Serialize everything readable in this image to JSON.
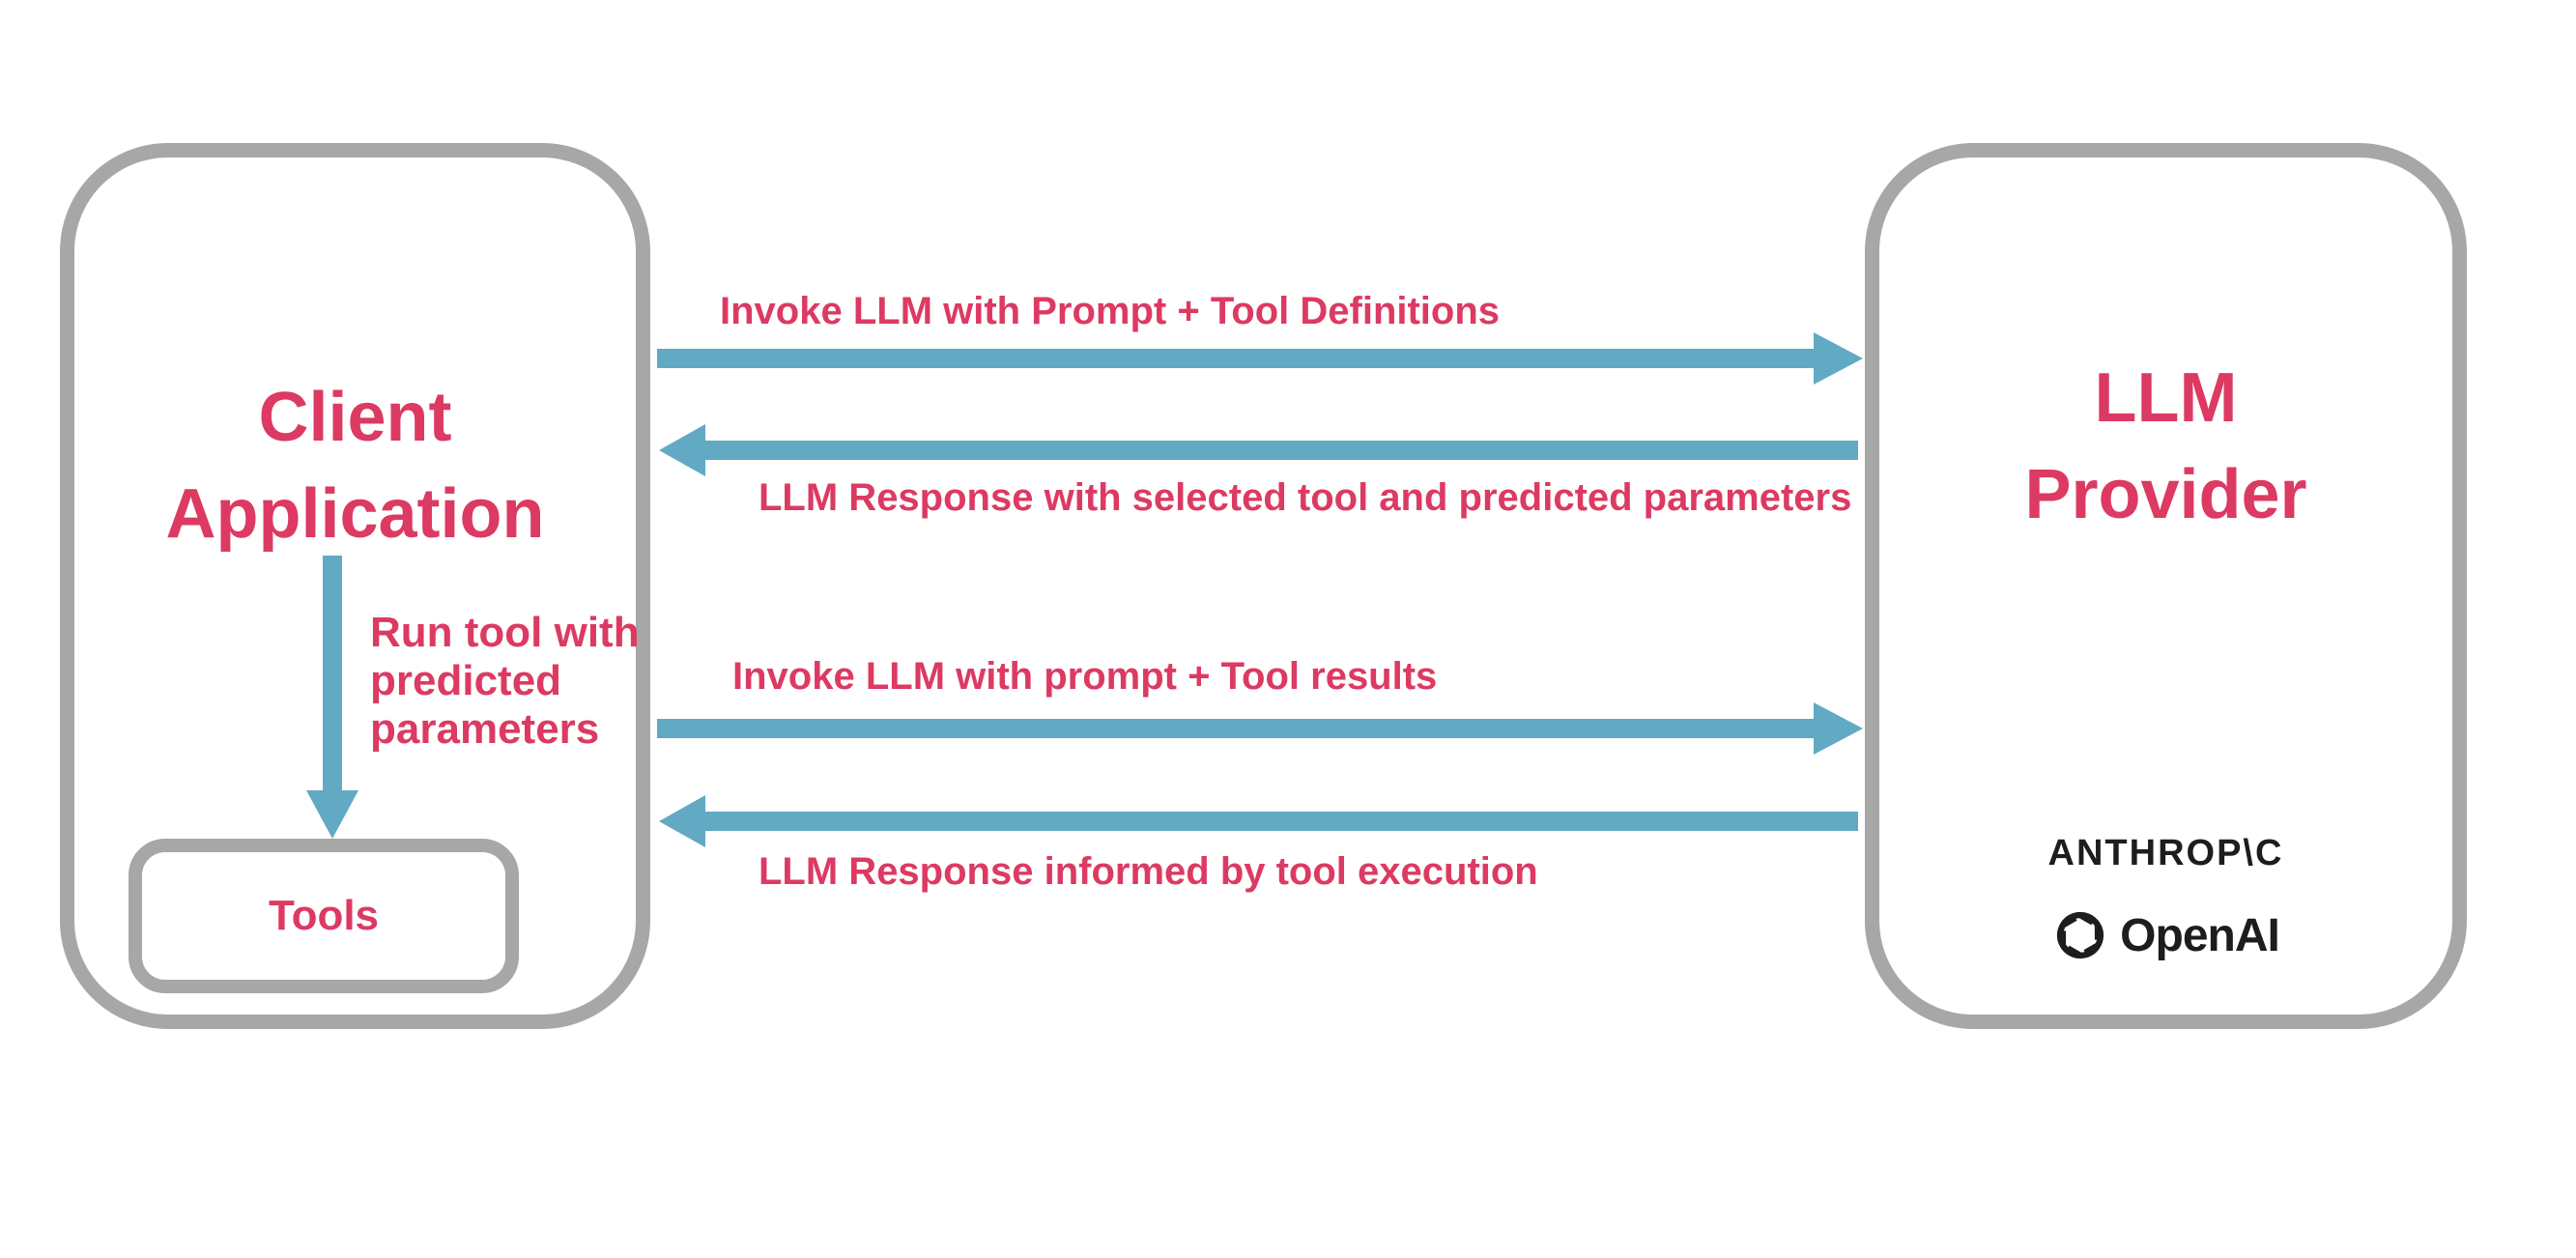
{
  "colors": {
    "accent_pink": "#dc3a62",
    "arrow_blue": "#62a9c4",
    "border_gray": "#a7a7a7",
    "logo_dark": "#1d1d1b",
    "background": "#ffffff"
  },
  "client_box": {
    "title_line1": "Client",
    "title_line2": "Application",
    "run_tool_note": {
      "line1": "Run tool with",
      "line2": "predicted",
      "line3": "parameters"
    },
    "tools_label": "Tools"
  },
  "provider_box": {
    "title_line1": "LLM",
    "title_line2": "Provider",
    "logos": {
      "anthropic_text": "ANTHROP\\C",
      "openai_text": "OpenAI",
      "openai_icon": "openai-flower-icon"
    }
  },
  "flows": [
    {
      "label": "Invoke LLM with Prompt + Tool Definitions",
      "direction": "right"
    },
    {
      "label": "LLM Response with selected tool and predicted parameters",
      "direction": "left"
    },
    {
      "label": "Invoke LLM with prompt + Tool results",
      "direction": "right"
    },
    {
      "label": "LLM Response informed by tool execution",
      "direction": "left"
    }
  ]
}
